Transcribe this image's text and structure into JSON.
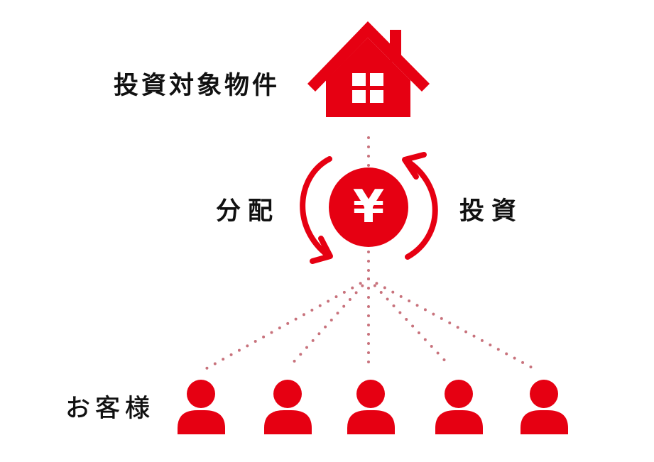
{
  "diagram": {
    "nodes": {
      "property": {
        "label": "投資対象物件",
        "icon": "house-icon"
      },
      "fund": {
        "label": "¥",
        "icon": "yen-circle-icon"
      },
      "customers": {
        "label": "お客様",
        "icon": "person-icon",
        "count": 5
      }
    },
    "flows": {
      "distribution": {
        "label": "分配",
        "direction": "fund-to-customers",
        "icon": "curved-arrow-down-icon"
      },
      "investment": {
        "label": "投資",
        "direction": "customers-to-fund",
        "icon": "curved-arrow-up-icon"
      }
    },
    "colors": {
      "accent": "#e60012",
      "dotted_line": "#c8727c",
      "text": "#111111",
      "background": "#ffffff"
    }
  }
}
